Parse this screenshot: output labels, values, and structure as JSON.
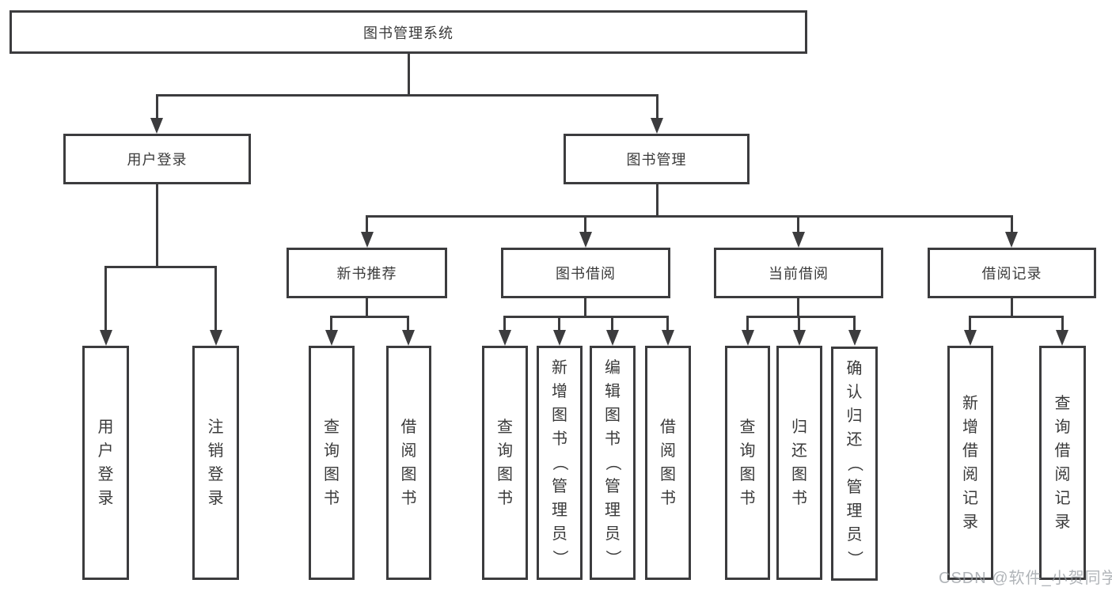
{
  "tree": {
    "root": "图书管理系统",
    "branches": [
      {
        "label": "用户登录",
        "children": [
          "用户登录",
          "注销登录"
        ]
      },
      {
        "label": "图书管理",
        "children": [
          {
            "label": "新书推荐",
            "children": [
              "查询图书",
              "借阅图书"
            ]
          },
          {
            "label": "图书借阅",
            "children": [
              "查询图书",
              "新增图书（管理员）",
              "编辑图书（管理员）",
              "借阅图书"
            ]
          },
          {
            "label": "当前借阅",
            "children": [
              "查询图书",
              "归还图书",
              "确认归还（管理员）"
            ]
          },
          {
            "label": "借阅记录",
            "children": [
              "新增借阅记录",
              "查询借阅记录"
            ]
          }
        ]
      }
    ]
  },
  "watermark": {
    "text": "CSDN @软件_小贺同学"
  },
  "colors": {
    "line": "#3c3c3e",
    "text": "#3a3a3a",
    "watermark": "#969ba0",
    "background": "#ffffff"
  }
}
